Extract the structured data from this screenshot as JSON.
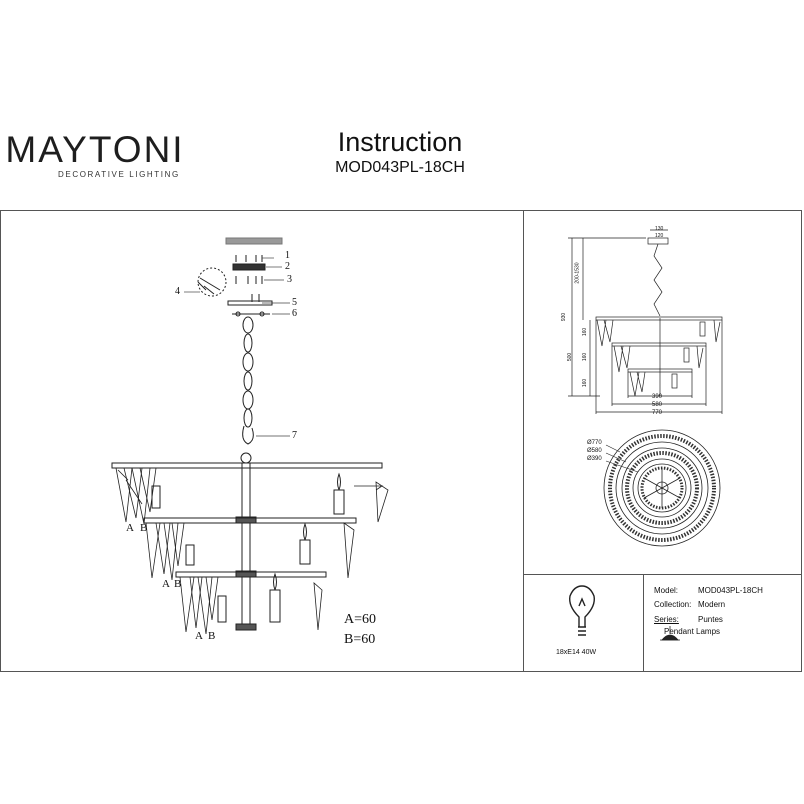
{
  "brand": {
    "name": "MAYTONI",
    "tagline": "DECORATIVE LIGHTING"
  },
  "header": {
    "title": "Instruction",
    "model": "MOD043PL-18CH"
  },
  "assembly": {
    "callouts": [
      "1",
      "2",
      "3",
      "4",
      "5",
      "6",
      "7"
    ],
    "crystal_letters": [
      "A",
      "B"
    ],
    "quantities": [
      {
        "label": "A=60"
      },
      {
        "label": "B=60"
      }
    ]
  },
  "dimensions": {
    "side": [
      "130",
      "120",
      "200-1530",
      "930",
      "500",
      "160",
      "160",
      "160",
      "390",
      "580",
      "770"
    ],
    "top": [
      "Ø770",
      "Ø580",
      "Ø390"
    ]
  },
  "bulb": {
    "spec": "18xE14 40W"
  },
  "specs": {
    "model_key": "Model:",
    "model_val": "MOD043PL-18CH",
    "collection_key": "Collection:",
    "collection_val": "Modern",
    "series_key": "Series:",
    "series_val": "Puntes",
    "type_val": "Pendant Lamps"
  }
}
